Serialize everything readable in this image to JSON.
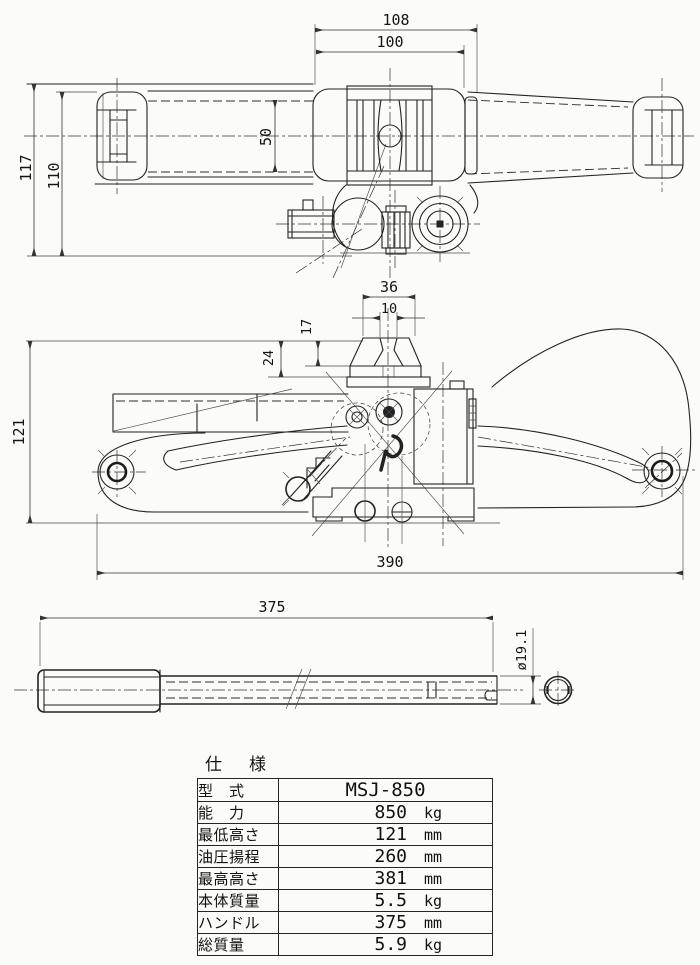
{
  "colors": {
    "ink": "#222222",
    "paper": "#fbfbf9"
  },
  "views": {
    "top": {
      "dims": {
        "w108": "108",
        "w100": "100",
        "w50": "50",
        "h117": "117",
        "h110": "110"
      }
    },
    "side": {
      "dims": {
        "w36": "36",
        "w10": "10",
        "h17": "17",
        "h24": "24",
        "h121": "121",
        "w390": "390"
      }
    },
    "handle": {
      "dims": {
        "len": "375",
        "dia": "ø19.1"
      }
    }
  },
  "spec_table": {
    "title": "仕　様",
    "rows": [
      {
        "label": "型　式",
        "value": "MSJ-850",
        "unit": ""
      },
      {
        "label": "能　力",
        "value": "850",
        "unit": "kg"
      },
      {
        "label": "最低高さ",
        "value": "121",
        "unit": "mm"
      },
      {
        "label": "油圧揚程",
        "value": "260",
        "unit": "mm"
      },
      {
        "label": "最高高さ",
        "value": "381",
        "unit": "mm"
      },
      {
        "label": "本体質量",
        "value": "5.5",
        "unit": "kg"
      },
      {
        "label": "ハンドル",
        "value": "375",
        "unit": "mm"
      },
      {
        "label": "総質量",
        "value": "5.9",
        "unit": "kg"
      }
    ]
  }
}
